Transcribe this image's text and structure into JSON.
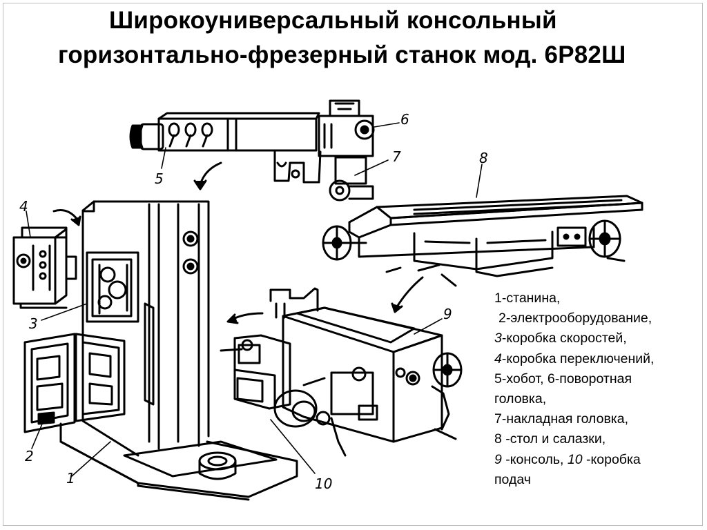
{
  "title": {
    "line1": "Широкоуниверсальный консольный",
    "line2": "горизонтально-фрезерный станок мод. 6Р82Ш"
  },
  "callouts": [
    "1",
    "2",
    "3",
    "4",
    "5",
    "6",
    "7",
    "8",
    "9",
    "10"
  ],
  "legend": [
    {
      "num": "1",
      "text": "-станина,"
    },
    {
      "num": "2",
      "text": "-электрооборудование,"
    },
    {
      "num": "3",
      "text": "-коробка скоростей,"
    },
    {
      "num": "4",
      "text": "-коробка переключений,"
    },
    {
      "num": "5",
      "text": "-хобот, 6-поворотная"
    },
    {
      "num": "",
      "text": "головка,"
    },
    {
      "num": "7",
      "text": "-накладная головка,"
    },
    {
      "num": "8",
      "text": " -стол и салазки,"
    },
    {
      "num": "9",
      "text": " -консоль, "
    },
    {
      "num": "10",
      "text": " -коробка"
    },
    {
      "num": "",
      "text": "подач"
    }
  ]
}
